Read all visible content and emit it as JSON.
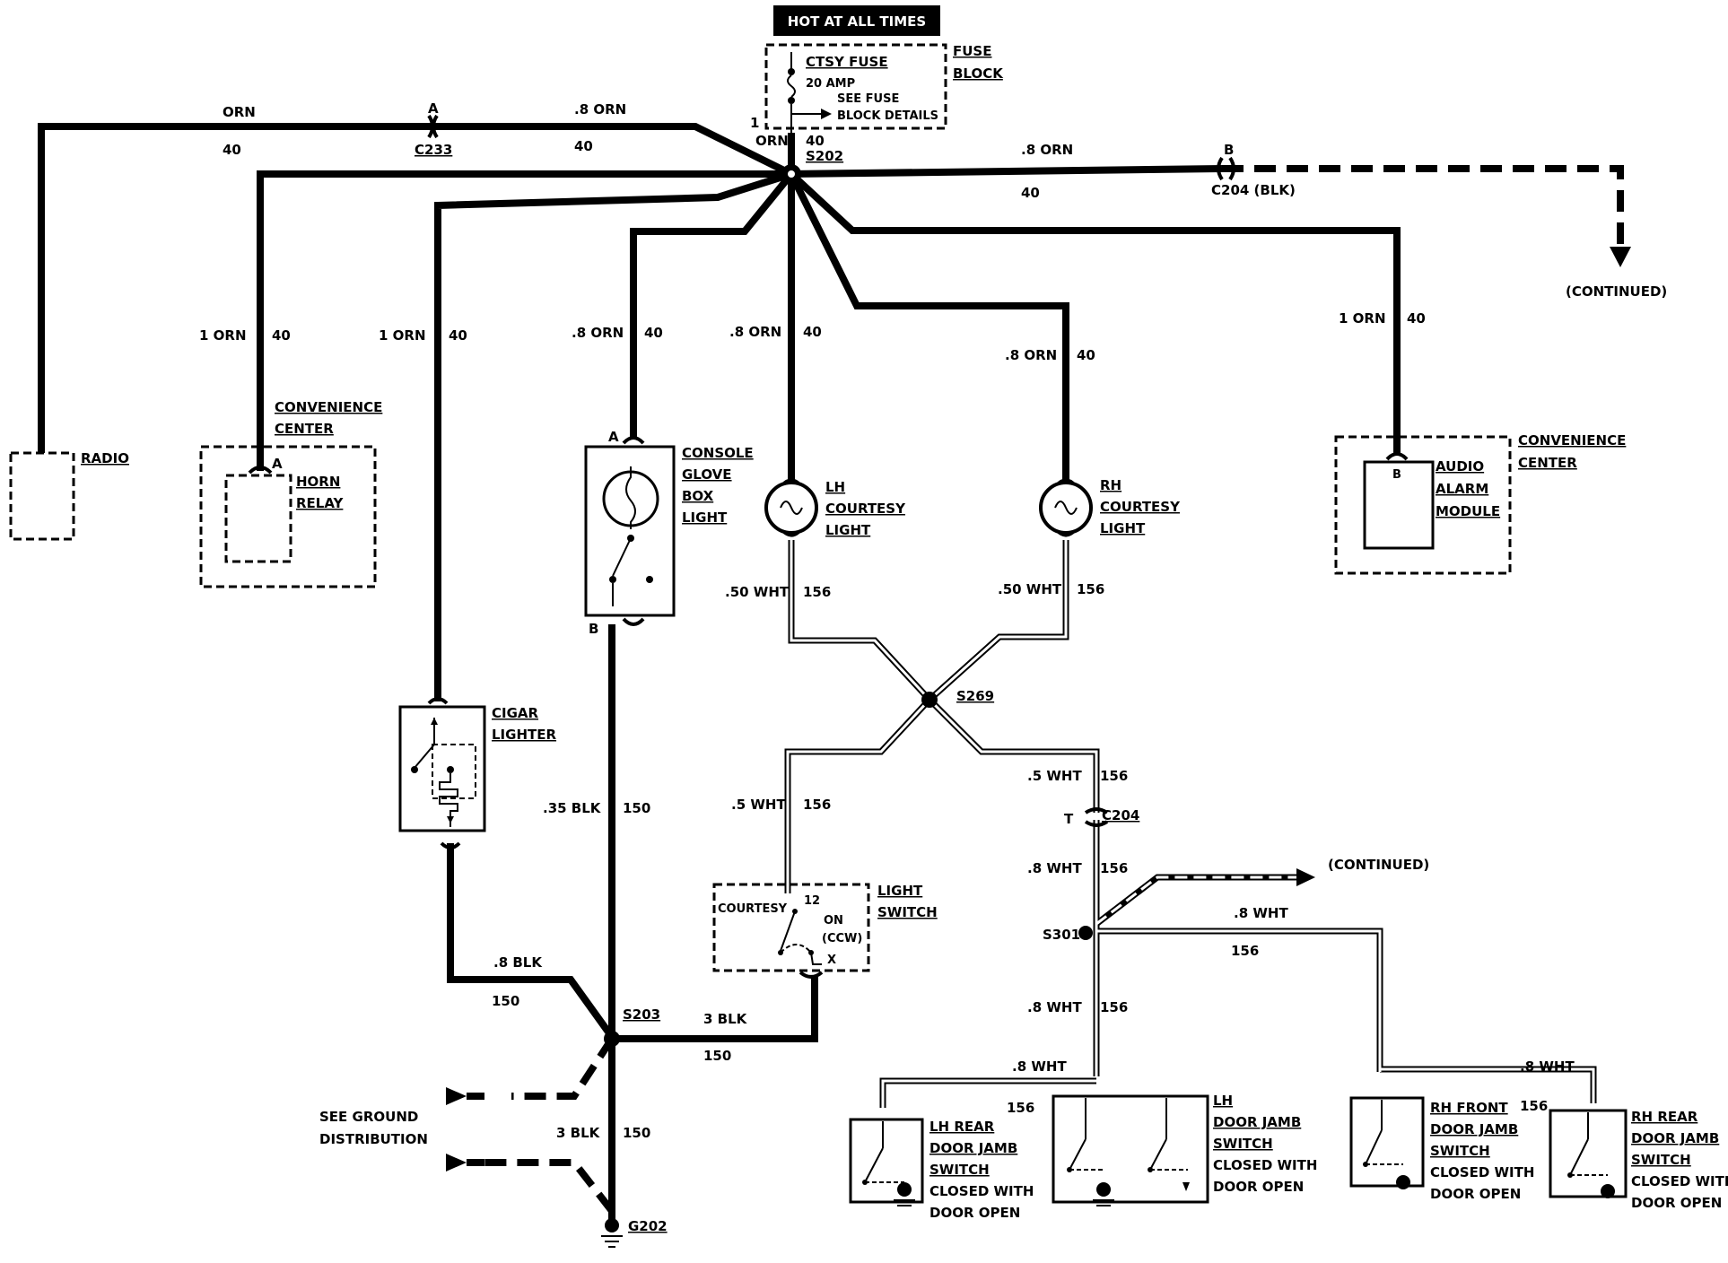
{
  "header": {
    "hot_label": "HOT AT ALL TIMES"
  },
  "fuse": {
    "name": "CTSY FUSE",
    "rating": "20 AMP",
    "note1": "SEE FUSE",
    "note2": "BLOCK DETAILS",
    "block1": "FUSE",
    "block2": "BLOCK"
  },
  "splices": {
    "s202": "S202",
    "s269": "S269",
    "s203": "S203",
    "s301": "S301",
    "g202": "G202"
  },
  "connectors": {
    "c233": "C233",
    "c233_pin": "A",
    "c204": "C204 (BLK)",
    "c204_pin": "B",
    "c204b": "C204",
    "c204b_pin": "T"
  },
  "wires": {
    "orn": "ORN",
    "orn8": ".8 ORN",
    "orn1": "1 ORN",
    "c40": "40",
    "pin1": "1",
    "wht50": ".50 WHT",
    "wht5": ".5 WHT",
    "wht8": ".8 WHT",
    "c156": "156",
    "blk35": ".35 BLK",
    "blk8": ".8 BLK",
    "blk3": "3 BLK",
    "c150": "150"
  },
  "components": {
    "radio": "RADIO",
    "conv_center": [
      "CONVENIENCE",
      "CENTER"
    ],
    "horn_relay": [
      "HORN",
      "RELAY"
    ],
    "console": [
      "CONSOLE",
      "GLOVE",
      "BOX",
      "LIGHT"
    ],
    "lh_courtesy": [
      "LH",
      "COURTESY",
      "LIGHT"
    ],
    "rh_courtesy": [
      "RH",
      "COURTESY",
      "LIGHT"
    ],
    "audio": [
      "AUDIO",
      "ALARM",
      "MODULE"
    ],
    "cigar": [
      "CIGAR",
      "LIGHTER"
    ],
    "light_switch": [
      "LIGHT",
      "SWITCH"
    ],
    "ls_courtesy": "COURTESY",
    "ls_pin12": "12",
    "ls_on": "ON",
    "ls_ccw": "(CCW)",
    "ls_x": "X",
    "lh_rear": [
      "LH REAR",
      "DOOR JAMB",
      "SWITCH",
      "CLOSED WITH",
      "DOOR OPEN"
    ],
    "lh_door": [
      "LH",
      "DOOR JAMB",
      "SWITCH",
      "CLOSED WITH",
      "DOOR OPEN"
    ],
    "rh_front": [
      "RH FRONT",
      "DOOR JAMB",
      "SWITCH",
      "CLOSED WITH",
      "DOOR OPEN"
    ],
    "rh_rear": [
      "RH REAR",
      "DOOR JAMB",
      "SWITCH",
      "CLOSED WITH",
      "DOOR OPEN"
    ]
  },
  "pins": {
    "a": "A",
    "b": "B"
  },
  "notes": {
    "continued": "(CONTINUED)",
    "ground1": "SEE GROUND",
    "ground2": "DISTRIBUTION"
  }
}
